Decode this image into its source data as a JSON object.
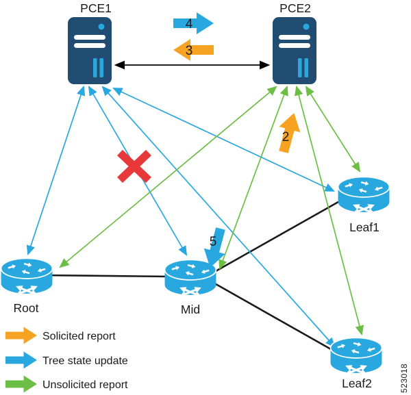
{
  "diagram": {
    "nodes": {
      "pce1": {
        "label": "PCE1",
        "type": "server"
      },
      "pce2": {
        "label": "PCE2",
        "type": "server"
      },
      "root": {
        "label": "Root",
        "type": "router"
      },
      "mid": {
        "label": "Mid",
        "type": "router"
      },
      "leaf1": {
        "label": "Leaf1",
        "type": "router"
      },
      "leaf2": {
        "label": "Leaf2",
        "type": "router"
      }
    },
    "step_labels": {
      "step2": "2",
      "step3": "3",
      "step4": "4",
      "step5": "5"
    },
    "links": {
      "physical": [
        "PCE1-PCE2",
        "Root-Mid",
        "Mid-Leaf1",
        "Mid-Leaf2"
      ],
      "tree_state_update": [
        "PCE1-Root",
        "PCE1-Mid",
        "PCE1-Leaf1",
        "PCE1-Leaf2"
      ],
      "unsolicited_report": [
        "PCE2-Root",
        "PCE2-Mid",
        "PCE2-Leaf1",
        "PCE2-Leaf2"
      ],
      "failed_link_marker": "PCE1-Mid"
    }
  },
  "legend": {
    "items": [
      {
        "label": "Solicited report",
        "color": "#F6A324"
      },
      {
        "label": "Tree state update",
        "color": "#29A8E0"
      },
      {
        "label": "Unsolicited report",
        "color": "#6CBE45"
      }
    ]
  },
  "figure_number": "523018",
  "colors": {
    "solicited_orange": "#F6A324",
    "tree_state_cyan": "#29A8E0",
    "unsolicited_green": "#6CBE45",
    "server_navy": "#204D71",
    "error_red": "#E8393A",
    "text": "#1A1A1A"
  }
}
